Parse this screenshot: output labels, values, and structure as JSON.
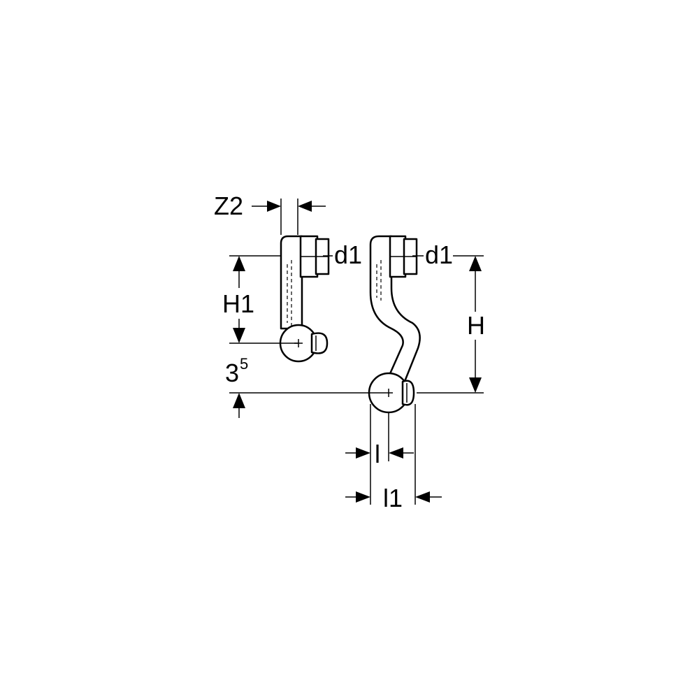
{
  "labels": {
    "z2": "Z2",
    "d1_left": "d1",
    "d1_right": "d1",
    "h1": "H1",
    "h": "H",
    "offset_base": "3",
    "offset_exp": "5",
    "l": "l",
    "l1": "l1"
  }
}
